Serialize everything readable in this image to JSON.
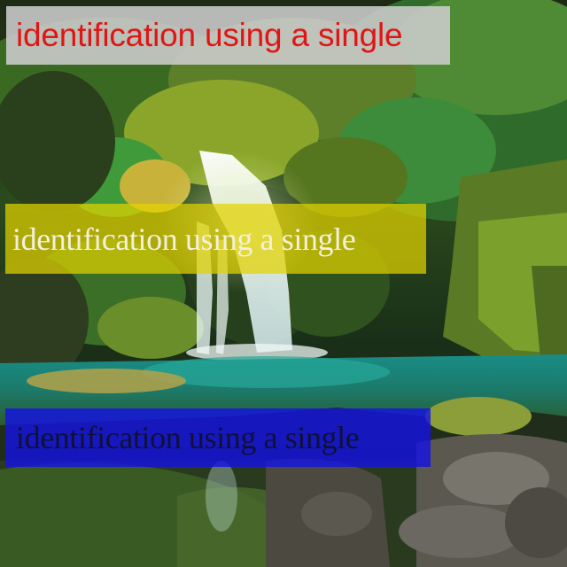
{
  "captions": [
    {
      "text": "identification using a single",
      "text_color": "#e01616",
      "band_color": "#cdcdcd"
    },
    {
      "text": "identification using a single",
      "text_color": "#f5f0dc",
      "band_color": "#e2d200"
    },
    {
      "text": "identification using a single",
      "text_color": "#10103a",
      "band_color": "#1412e6"
    }
  ],
  "scene": {
    "subject": "waterfall pouring into a turquoise forest pool surrounded by mossy rocks and green foliage",
    "colors": {
      "foliage": "#2f6a1e",
      "moss": "#9bc21f",
      "water": "#1f8f7e",
      "waterfall": "#eef6f4",
      "rock": "#4a463c"
    }
  }
}
